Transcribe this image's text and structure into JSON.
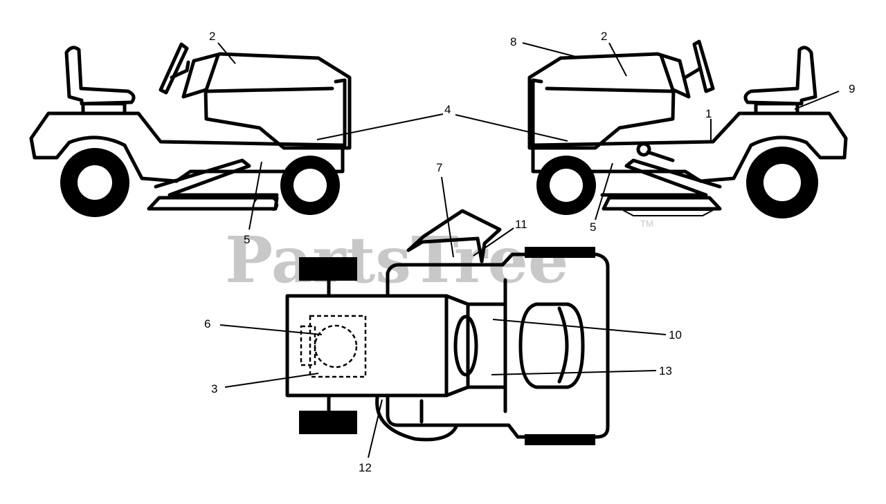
{
  "watermark": {
    "text": "PartsTree",
    "trademark": "TM"
  },
  "callouts": {
    "c1": "1",
    "c2_left": "2",
    "c2_right": "2",
    "c3": "3",
    "c4": "4",
    "c5_left": "5",
    "c5_right": "5",
    "c6": "6",
    "c7": "7",
    "c8": "8",
    "c9": "9",
    "c10": "10",
    "c11": "11",
    "c12": "12",
    "c13": "13"
  }
}
